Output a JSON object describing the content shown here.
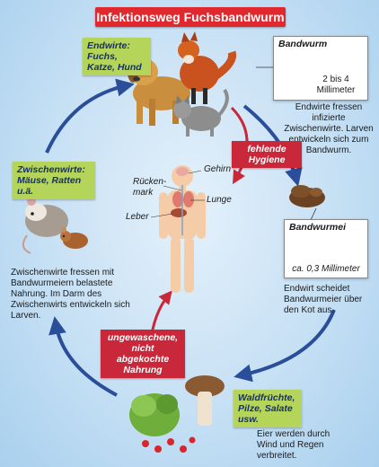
{
  "title": "Infektionsweg Fuchsbandwurm",
  "endwirte": {
    "heading": "Endwirte:",
    "text": "Fuchs, Katze, Hund"
  },
  "bandwurm": {
    "label": "Bandwurm",
    "size": "2 bis 4 Millimeter"
  },
  "endwirte_text": "Endwirte fressen infizierte Zwischenwirte. Larven entwickeln sich zum Bandwurm.",
  "fehlende_hygiene": "fehlende Hygiene",
  "human_labels": {
    "gehirn": "Gehirn",
    "rueckenmark": "Rücken-mark",
    "lunge": "Lunge",
    "leber": "Leber"
  },
  "zwischenwirte": {
    "heading": "Zwischenwirte:",
    "text": "Mäuse, Ratten u.ä."
  },
  "zwischenwirte_text": "Zwischenwirte fressen mit Bandwurmeiern belastete Nahrung. Im Darm des Zwischenwirts entwickeln sich Larven.",
  "bandwurmei": {
    "label": "Bandwurmei",
    "size": "ca. 0,3 Millimeter"
  },
  "bandwurmei_text": "Endwirt scheidet Bandwurmeier über den Kot aus.",
  "ungewaschene": "ungewaschene, nicht abgekochte Nahrung",
  "waldfruechte": {
    "heading": "Waldfrüchte, Pilze, Salate usw."
  },
  "waldfruechte_text": "Eier werden durch Wind und Regen verbreitet.",
  "colors": {
    "cycle_arrow": "#2b4e9a",
    "red_arrow": "#c8283a",
    "green_box": "#b5d45a",
    "title_bg": "#e0282e"
  }
}
